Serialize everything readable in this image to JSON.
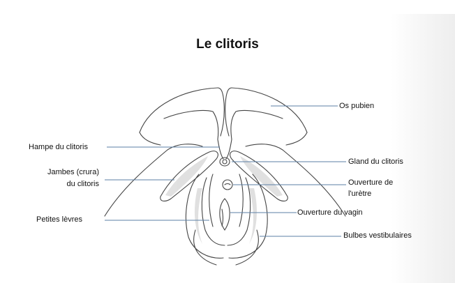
{
  "title": "Le clitoris",
  "labels": {
    "os_pubien": "Os pubien",
    "hampe": "Hampe du clitoris",
    "jambes_line1": "Jambes (crura)",
    "jambes_line2": "du clitoris",
    "gland": "Gland du clitoris",
    "uretre_line1": "Ouverture de",
    "uretre_line2": "l'urètre",
    "petites_levres": "Petites lèvres",
    "vagin": "Ouverture du vagin",
    "bulbes": "Bulbes vestibulaires"
  },
  "colors": {
    "leader_line": "#5b7fa6",
    "sketch_stroke": "#444444",
    "shading": "#c8c8c8",
    "text": "#111111"
  }
}
